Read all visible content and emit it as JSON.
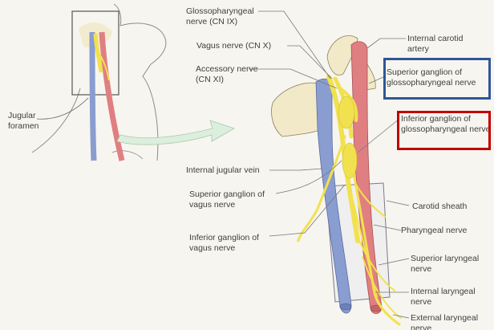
{
  "labels": {
    "glossopharyngeal_nerve": "Glossopharyngeal\nnerve (CN IX)",
    "vagus_nerve": "Vagus nerve (CN X)",
    "accessory_nerve": "Accessory nerve\n(CN XI)",
    "jugular_foramen": "Jugular\nforamen",
    "internal_jugular_vein": "Internal jugular vein",
    "superior_ganglion_vagus": "Superior ganglion of\nvagus nerve",
    "inferior_ganglion_vagus": "Inferior ganglion of\nvagus nerve",
    "internal_carotid_artery": "Internal carotid\nartery",
    "superior_ganglion_glossopharyngeal": "Superior ganglion of\nglossopharyngeal nerve",
    "inferior_ganglion_glossopharyngeal": "Inferior ganglion of\nglossopharyngeal nerve",
    "carotid_sheath": "Carotid sheath",
    "pharyngeal_nerve": "Pharyngeal nerve",
    "superior_laryngeal_nerve": "Superior laryngeal nerve",
    "internal_laryngeal_nerve": "Internal laryngeal nerve",
    "external_laryngeal_nerve": "External laryngeal nerve"
  },
  "colors": {
    "background": "#f7f5f0",
    "vein": "#8a9dd0",
    "artery": "#e07f82",
    "nerve": "#f2e14e",
    "bone": "#f1e9c8",
    "highlight_blue": "#2f5597",
    "highlight_red": "#c00000",
    "arrow": "#dceedd"
  }
}
